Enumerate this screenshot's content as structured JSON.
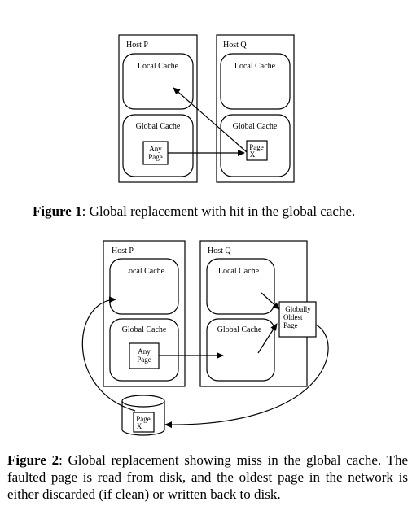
{
  "figure1": {
    "host_p": {
      "title": "Host P",
      "local_cache": "Local Cache",
      "global_cache": "Global Cache",
      "page_line1": "Any",
      "page_line2": "Page"
    },
    "host_q": {
      "title": "Host Q",
      "local_cache": "Local Cache",
      "global_cache": "Global Cache",
      "page_line1": "Page",
      "page_line2": "X"
    },
    "caption_label": "Figure 1",
    "caption_text": ": Global replacement with hit in the global cache."
  },
  "figure2": {
    "host_p": {
      "title": "Host P",
      "local_cache": "Local Cache",
      "global_cache": "Global Cache",
      "page_line1": "Any",
      "page_line2": "Page"
    },
    "host_q": {
      "title": "Host Q",
      "local_cache": "Local Cache",
      "global_cache": "Global Cache"
    },
    "oldest_line1": "Globally",
    "oldest_line2": "Oldest",
    "oldest_line3": "Page",
    "disk_page_line1": "Page",
    "disk_page_line2": "X",
    "caption_label": "Figure 2",
    "caption_text": ": Global replacement showing miss in the global cache. The faulted page is read from disk, and the oldest page in the network is either discarded (if clean) or written back to disk."
  }
}
